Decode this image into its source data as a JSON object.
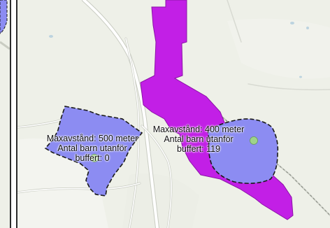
{
  "colors": {
    "background": "#eef0e8",
    "road": "#ffffff",
    "road_edge": "#c9ccc2",
    "railway": "#8f938a",
    "water": "#bcd3df",
    "municipality_area": "#c21fe6",
    "municipality_outline": "#8b14a6",
    "buffer_area": "#8c8cf2",
    "buffer_outline": "#1a1a1a",
    "school_point": "#9ed38a"
  },
  "buffers": [
    {
      "id": "west",
      "lines": [
        "Maxavstånd: 500 meter",
        "Antal barn utanför",
        "buffert: 0"
      ]
    },
    {
      "id": "east",
      "lines": [
        "Maxavstånd: 400 meter",
        "Antal barn utanför",
        "buffert: 119"
      ]
    }
  ]
}
